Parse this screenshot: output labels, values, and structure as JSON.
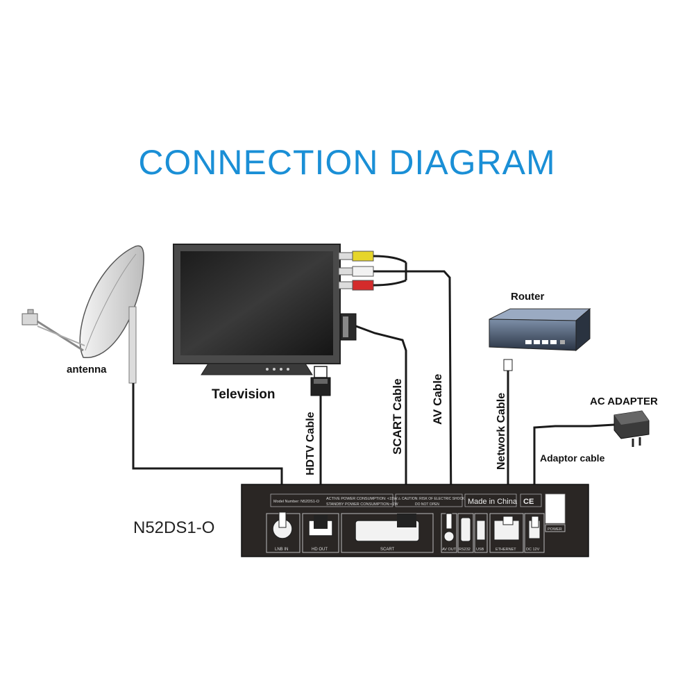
{
  "title": "CONNECTION DIAGRAM",
  "colors": {
    "title": "#1a8fd6",
    "device_body": "#2a2624",
    "cable": "#1a1a1a"
  },
  "labels": {
    "antenna": "antenna",
    "television": "Television",
    "router": "Router",
    "ac_adapter": "AC ADAPTER",
    "adaptor_cable": "Adaptor cable",
    "hdtv_cable": "HDTV Cable",
    "scart_cable": "SCART Cable",
    "av_cable": "AV Cable",
    "network_cable": "Network Cable",
    "model": "N52DS1-O"
  },
  "device_panel": {
    "model_number": "Model Number:   N52DS1-O",
    "active_power": "ACTIVE POWER CONSUMPTION: <15W",
    "standby_power": "STANDBY POWER CONSUMPTION:<1W",
    "caution_1": "⚠ CAUTION: RISK OF ELECTRIC SHOCK",
    "caution_2": "DO NOT OPEN",
    "made_in": "Made in China",
    "ce": "CE",
    "ports": {
      "lnb_in": "LNB IN",
      "hd_out": "HD OUT",
      "scart": "SCART",
      "av_out": "AV OUT",
      "rs232": "RS232",
      "usb": "USB",
      "ethernet": "ETHERNET",
      "dc12v": "DC 12V",
      "power": "POWER"
    }
  }
}
